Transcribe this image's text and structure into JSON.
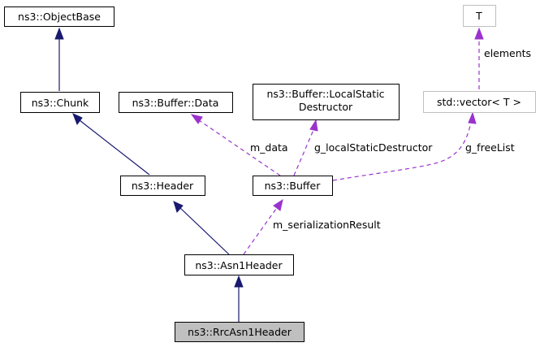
{
  "nodes": {
    "object_base": "ns3::ObjectBase",
    "chunk": "ns3::Chunk",
    "header": "ns3::Header",
    "asn1_header": "ns3::Asn1Header",
    "rrc_asn1_header": "ns3::RrcAsn1Header",
    "buffer_data": "ns3::Buffer::Data",
    "local_static_destructor_line1": "ns3::Buffer::LocalStatic",
    "local_static_destructor_line2": "Destructor",
    "buffer": "ns3::Buffer",
    "t": "T",
    "std_vector": "std::vector< T >"
  },
  "edge_labels": {
    "elements": "elements",
    "m_data": "m_data",
    "g_local_static_destructor": "g_localStaticDestructor",
    "g_free_list": "g_freeList",
    "m_serialization_result": "m_serializationResult"
  },
  "colors": {
    "inheritance": "#191970",
    "collaboration": "#9a32cd",
    "selected_fill": "#bfbfbf"
  }
}
